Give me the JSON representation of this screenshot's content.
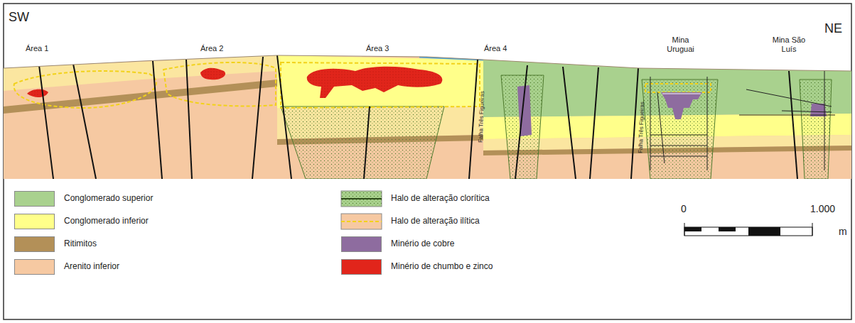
{
  "diagram": {
    "labels": [
      "SW",
      "NE",
      "Área 1",
      "Área 2",
      "Área 3",
      "Área 4",
      "Mina Uruguai",
      "Mina São Luís",
      "Falha Três Figueiras",
      "Falha Três Figueiras",
      "0",
      "1.000",
      "m"
    ],
    "legend": [
      {
        "text": "Conglomerado superior",
        "color": "#a9d18e"
      },
      {
        "text": "Conglomerado inferior",
        "color": "#ffff8a"
      },
      {
        "text": "Ritimitos",
        "color": "#b39058"
      },
      {
        "text": "Arenito inferior",
        "color": "#f6c9a2"
      },
      {
        "text": "Halo de alteração clorítica"
      },
      {
        "text": "Halo de alteração ilítica"
      },
      {
        "text": "Minério de cobre",
        "color": "#8e6c9f"
      },
      {
        "text": "Minério de chumbo e zinco",
        "color": "#e1251b"
      }
    ]
  }
}
